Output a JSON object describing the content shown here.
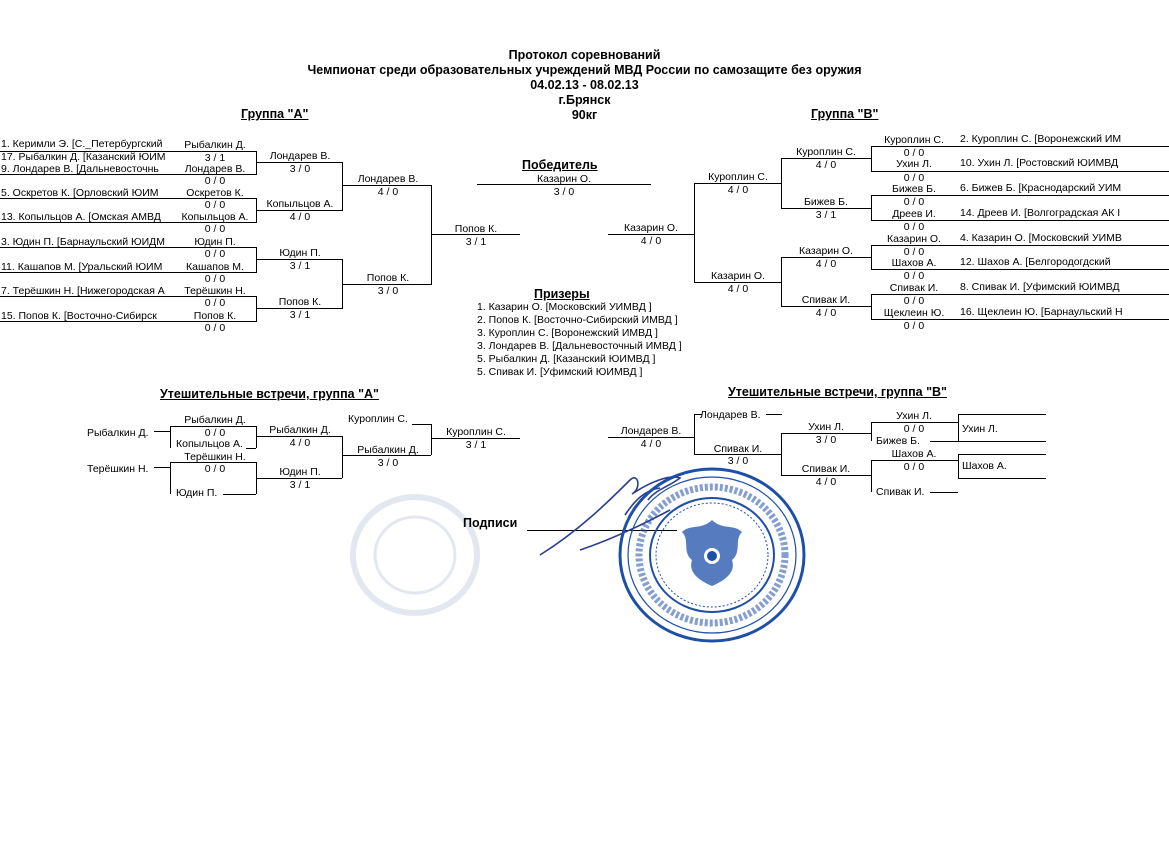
{
  "header": {
    "title": "Протокол соревнований",
    "subtitle": "Чемпионат среди образовательных учреждений МВД России по самозащите без оружия",
    "dates": "04.02.13 - 08.02.13",
    "city": "г.Брянск",
    "weight": "90кг"
  },
  "groupA": {
    "title": "Группа  \"А\"",
    "entrants": [
      "1. Керимли Э.  [С._Петербургский",
      "17. Рыбалкин Д.  [Казанский ЮИМ",
      "9. Лондарев В.  [Дальневосточнь",
      "5. Оскретов К.  [Орловский ЮИМ",
      "13. Копыльцов А.  [Омская АМВД",
      "3. Юдин П.  [Барнаульский ЮИДМ",
      "11. Кашапов М.  [Уральский ЮИМ",
      "7. Терёшкин Н.  [Нижегородская А",
      "15. Попов К.  [Восточно-Сибирск"
    ],
    "r0": {
      "name": "Рыбалкин Д.",
      "score": "3  /  1"
    },
    "r1": [
      {
        "name": "Лондарев В.",
        "score": "0  /  0"
      },
      {
        "name": "Оскретов К.",
        "score": "0  /  0"
      },
      {
        "name": "Копыльцов А.",
        "score": "0  /  0"
      },
      {
        "name": "Юдин П.",
        "score": "0  /  0"
      },
      {
        "name": "Кашапов М.",
        "score": "0  /  0"
      },
      {
        "name": "Терёшкин Н.",
        "score": "0  /  0"
      },
      {
        "name": "Попов К.",
        "score": "0  /  0"
      }
    ],
    "r2": [
      {
        "name": "Лондарев В.",
        "score": "3  /  0"
      },
      {
        "name": "Копыльцов А.",
        "score": "4  /  0"
      },
      {
        "name": "Юдин П.",
        "score": "3  /  1"
      },
      {
        "name": "Попов К.",
        "score": "3  /  1"
      }
    ],
    "r3": [
      {
        "name": "Лондарев В.",
        "score": "4  /  0"
      },
      {
        "name": "Попов К.",
        "score": "3  /  0"
      }
    ],
    "final": {
      "name": "Попов К.",
      "score": "3  /  1"
    }
  },
  "groupB": {
    "title": "Группа  \"В\"",
    "entrants": [
      "2. Куроплин С.  [Воронежский ИМ",
      "10. Ухин Л.  [Ростовский ЮИМВД",
      "6. Бижев Б.  [Краснодарский УИМ",
      "14. Дреев И.  [Волгоградская АК I",
      "4. Казарин О.  [Московский УИМВ",
      "12. Шахов А.  [Белгородогдский",
      "8. Спивак И.  [Уфимский ЮИМВД",
      "16. Щеклеин Ю.  [Барнаульский Н"
    ],
    "r1": [
      {
        "name": "Куроплин С.",
        "score": "0  /  0"
      },
      {
        "name": "Ухин Л.",
        "score": "0  /  0"
      },
      {
        "name": "Бижев Б.",
        "score": "0  /  0"
      },
      {
        "name": "Дреев И.",
        "score": "0  /  0"
      },
      {
        "name": "Казарин О.",
        "score": "0  /  0"
      },
      {
        "name": "Шахов А.",
        "score": "0  /  0"
      },
      {
        "name": "Спивак И.",
        "score": "0  /  0"
      },
      {
        "name": "Щеклеин Ю.",
        "score": "0  /  0"
      }
    ],
    "r2": [
      {
        "name": "Куроплин С.",
        "score": "4  /  0"
      },
      {
        "name": "Бижев Б.",
        "score": "3  /  1"
      },
      {
        "name": "Казарин О.",
        "score": "4  /  0"
      },
      {
        "name": "Спивак И.",
        "score": "4  /  0"
      }
    ],
    "r3": [
      {
        "name": "Куроплин С.",
        "score": "4  /  0"
      },
      {
        "name": "Казарин О.",
        "score": "4  /  0"
      }
    ],
    "final": {
      "name": "Казарин О.",
      "score": "4  /  0"
    }
  },
  "winner": {
    "title": "Победитель",
    "name": "Казарин О.",
    "score": "3  /  0"
  },
  "prizes": {
    "title": "Призеры",
    "items": [
      "1. Казарин О.    [Московский УИМВД   ]",
      "2. Попов К.    [Восточно-Сибирский ИМВД   ]",
      "3. Куроплин С.    [Воронежский ИМВД   ]",
      "3. Лондарев В.    [Дальневосточный ИМВД   ]",
      "5. Рыбалкин Д.    [Казанский ЮИМВД   ]",
      "5. Спивак И.    [Уфимский ЮИМВД   ]"
    ]
  },
  "consA": {
    "title": "Утешительные встречи, группа \"А\"",
    "a": {
      "name": "Рыбалкин Д.",
      "score": "0  /  0"
    },
    "a2": "Рыбалкин Д.",
    "a3": "Копыльцов А.",
    "b": {
      "name": "Терёшкин Н.",
      "score": "0  /  0"
    },
    "b2": "Терёшкин Н.",
    "b3": "Юдин П.",
    "m1": {
      "name": "Рыбалкин Д.",
      "score": "4  /  0"
    },
    "m2": {
      "name": "Юдин П.",
      "score": "3  /  1"
    },
    "top": "Куроплин С.",
    "s1": {
      "name": "Рыбалкин Д.",
      "score": "3  /  0"
    },
    "fin": {
      "name": "Куроплин С.",
      "score": "3  /  1"
    }
  },
  "consB": {
    "title": "Утешительные встречи, группа \"В\"",
    "fin": {
      "name": "Лондарев В.",
      "score": "4  /  0"
    },
    "top": "Лондарев В.",
    "s1": {
      "name": "Спивак И.",
      "score": "3  /  0"
    },
    "m1": {
      "name": "Ухин Л.",
      "score": "3  /  0"
    },
    "m2": {
      "name": "Спивак И.",
      "score": "4  /  0"
    },
    "x1": {
      "name": "Ухин Л.",
      "score": "0  /  0"
    },
    "x1e": "Ухин Л.",
    "x1b": "Бижев Б.",
    "x2": {
      "name": "Шахов А.",
      "score": "0  /  0"
    },
    "x2e": "Шахов А.",
    "x2b": "Спивак И."
  },
  "signature": {
    "label": "Подписи"
  },
  "colors": {
    "ink": "#000000",
    "stamp": "#1e4fa8",
    "signature": "#2b3f8c"
  },
  "icons": [
    "official-seal-icon",
    "signature-icon"
  ]
}
